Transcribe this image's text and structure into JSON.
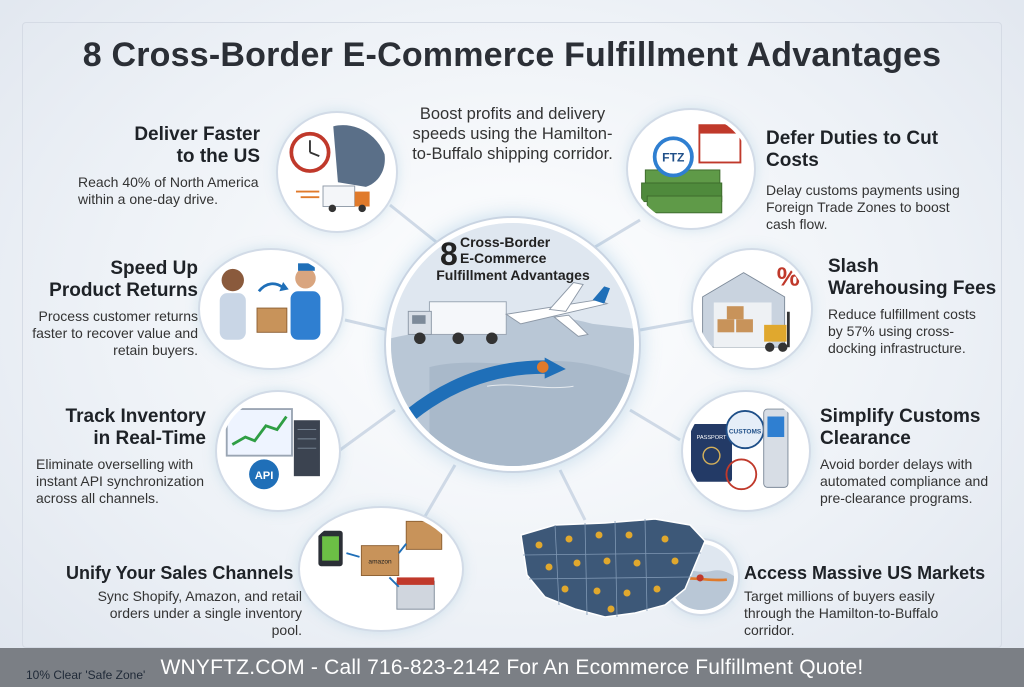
{
  "title": "8 Cross-Border E-Commerce Fulfillment Advantages",
  "intro": "Boost profits and delivery speeds using the Hamilton-to-Buffalo shipping corridor.",
  "center": {
    "number": "8",
    "line1": "Cross-Border",
    "line2": "E-Commerce",
    "line3": "Fulfillment Advantages"
  },
  "features": [
    {
      "title_line1": "Deliver Faster",
      "title_line2": "to the US",
      "desc": "Reach 40% of North America within a one-day drive."
    },
    {
      "title_line1": "Speed Up",
      "title_line2": "Product Returns",
      "desc": "Process customer returns faster to recover value and retain buyers."
    },
    {
      "title_line1": "Track Inventory",
      "title_line2": "in Real-Time",
      "desc": "Eliminate overselling with instant API synchronization across all channels."
    },
    {
      "title_line1": "Unify Your Sales Channels",
      "title_line2": "",
      "desc": "Sync Shopify, Amazon, and retail orders under a single inventory pool."
    },
    {
      "title_line1": "Defer Duties to Cut Costs",
      "title_line2": "",
      "desc": "Delay customs payments using Foreign Trade Zones to boost cash flow."
    },
    {
      "title_line1": "Slash",
      "title_line2": "Warehousing Fees",
      "desc": "Reduce fulfillment costs by 57% using cross-docking infrastructure."
    },
    {
      "title_line1": "Simplify Customs",
      "title_line2": "Clearance",
      "desc": "Avoid border delays with automated compliance and pre-clearance programs."
    },
    {
      "title_line1": "Access Massive US Markets",
      "title_line2": "",
      "desc": "Target millions of buyers easily through the Hamilton-to-Buffalo corridor."
    }
  ],
  "icon_labels": {
    "ftz": "FTZ",
    "api": "API",
    "passport": "PASSPORT",
    "customs": "CUSTOMS",
    "amazon": "amazon",
    "percent": "%"
  },
  "footer": "WNYFTZ.COM - Call 716-823-2142 For An Ecommerce Fulfillment Quote!",
  "safe_zone": "10% Clear 'Safe Zone'",
  "colors": {
    "accent_blue": "#1f6fb8",
    "money_green": "#4f8a3c",
    "orange": "#e07a2b",
    "footer_bg": "#7b7f85"
  }
}
